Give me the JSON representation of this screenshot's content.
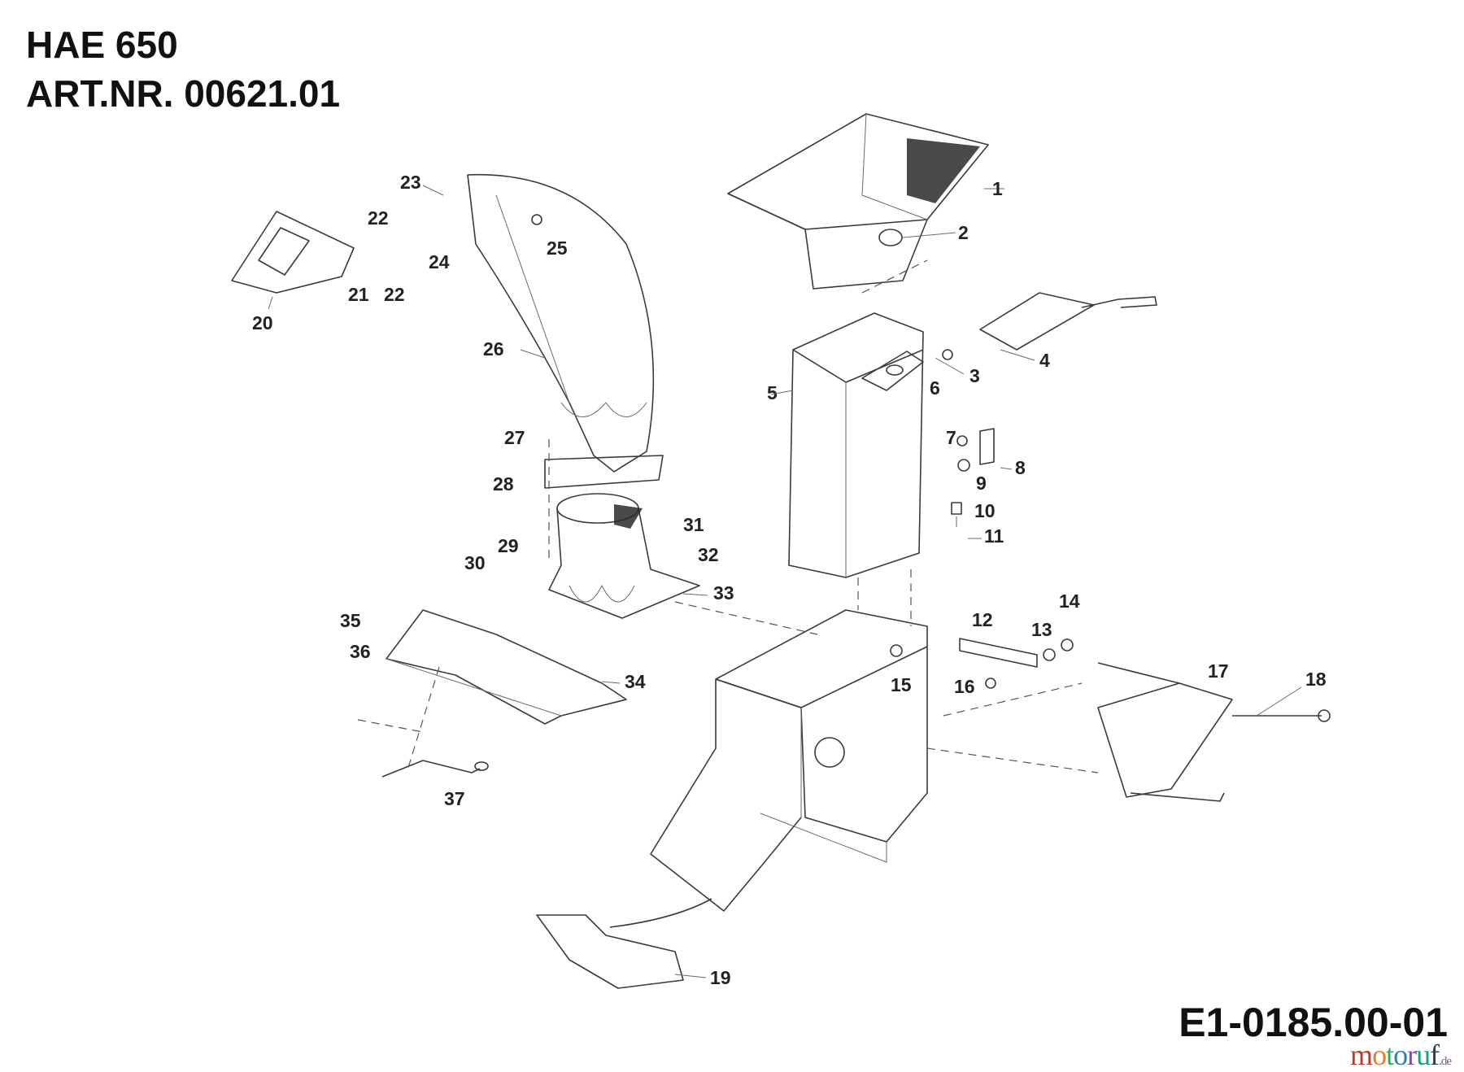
{
  "header": {
    "model": "HAE 650",
    "article": "ART.NR. 00621.01"
  },
  "footer": {
    "drawing_number": "E1-0185.00-01",
    "brand_main": "motoruf",
    "brand_domain": ".de"
  },
  "colors": {
    "line": "#3a3a3a",
    "text": "#111111",
    "brand_m": "#c0392b",
    "brand_o1": "#e67e22",
    "brand_t": "#27ae60",
    "brand_o2": "#2980b9",
    "brand_r": "#8e44ad",
    "brand_u": "#16a085",
    "brand_f": "#2c3e50"
  },
  "callouts": [
    "1",
    "2",
    "3",
    "4",
    "5",
    "6",
    "7",
    "8",
    "9",
    "10",
    "11",
    "12",
    "13",
    "14",
    "15",
    "16",
    "17",
    "18",
    "19",
    "20",
    "21",
    "22",
    "22",
    "23",
    "24",
    "25",
    "26",
    "27",
    "28",
    "29",
    "30",
    "31",
    "32",
    "33",
    "34",
    "35",
    "36",
    "37"
  ]
}
